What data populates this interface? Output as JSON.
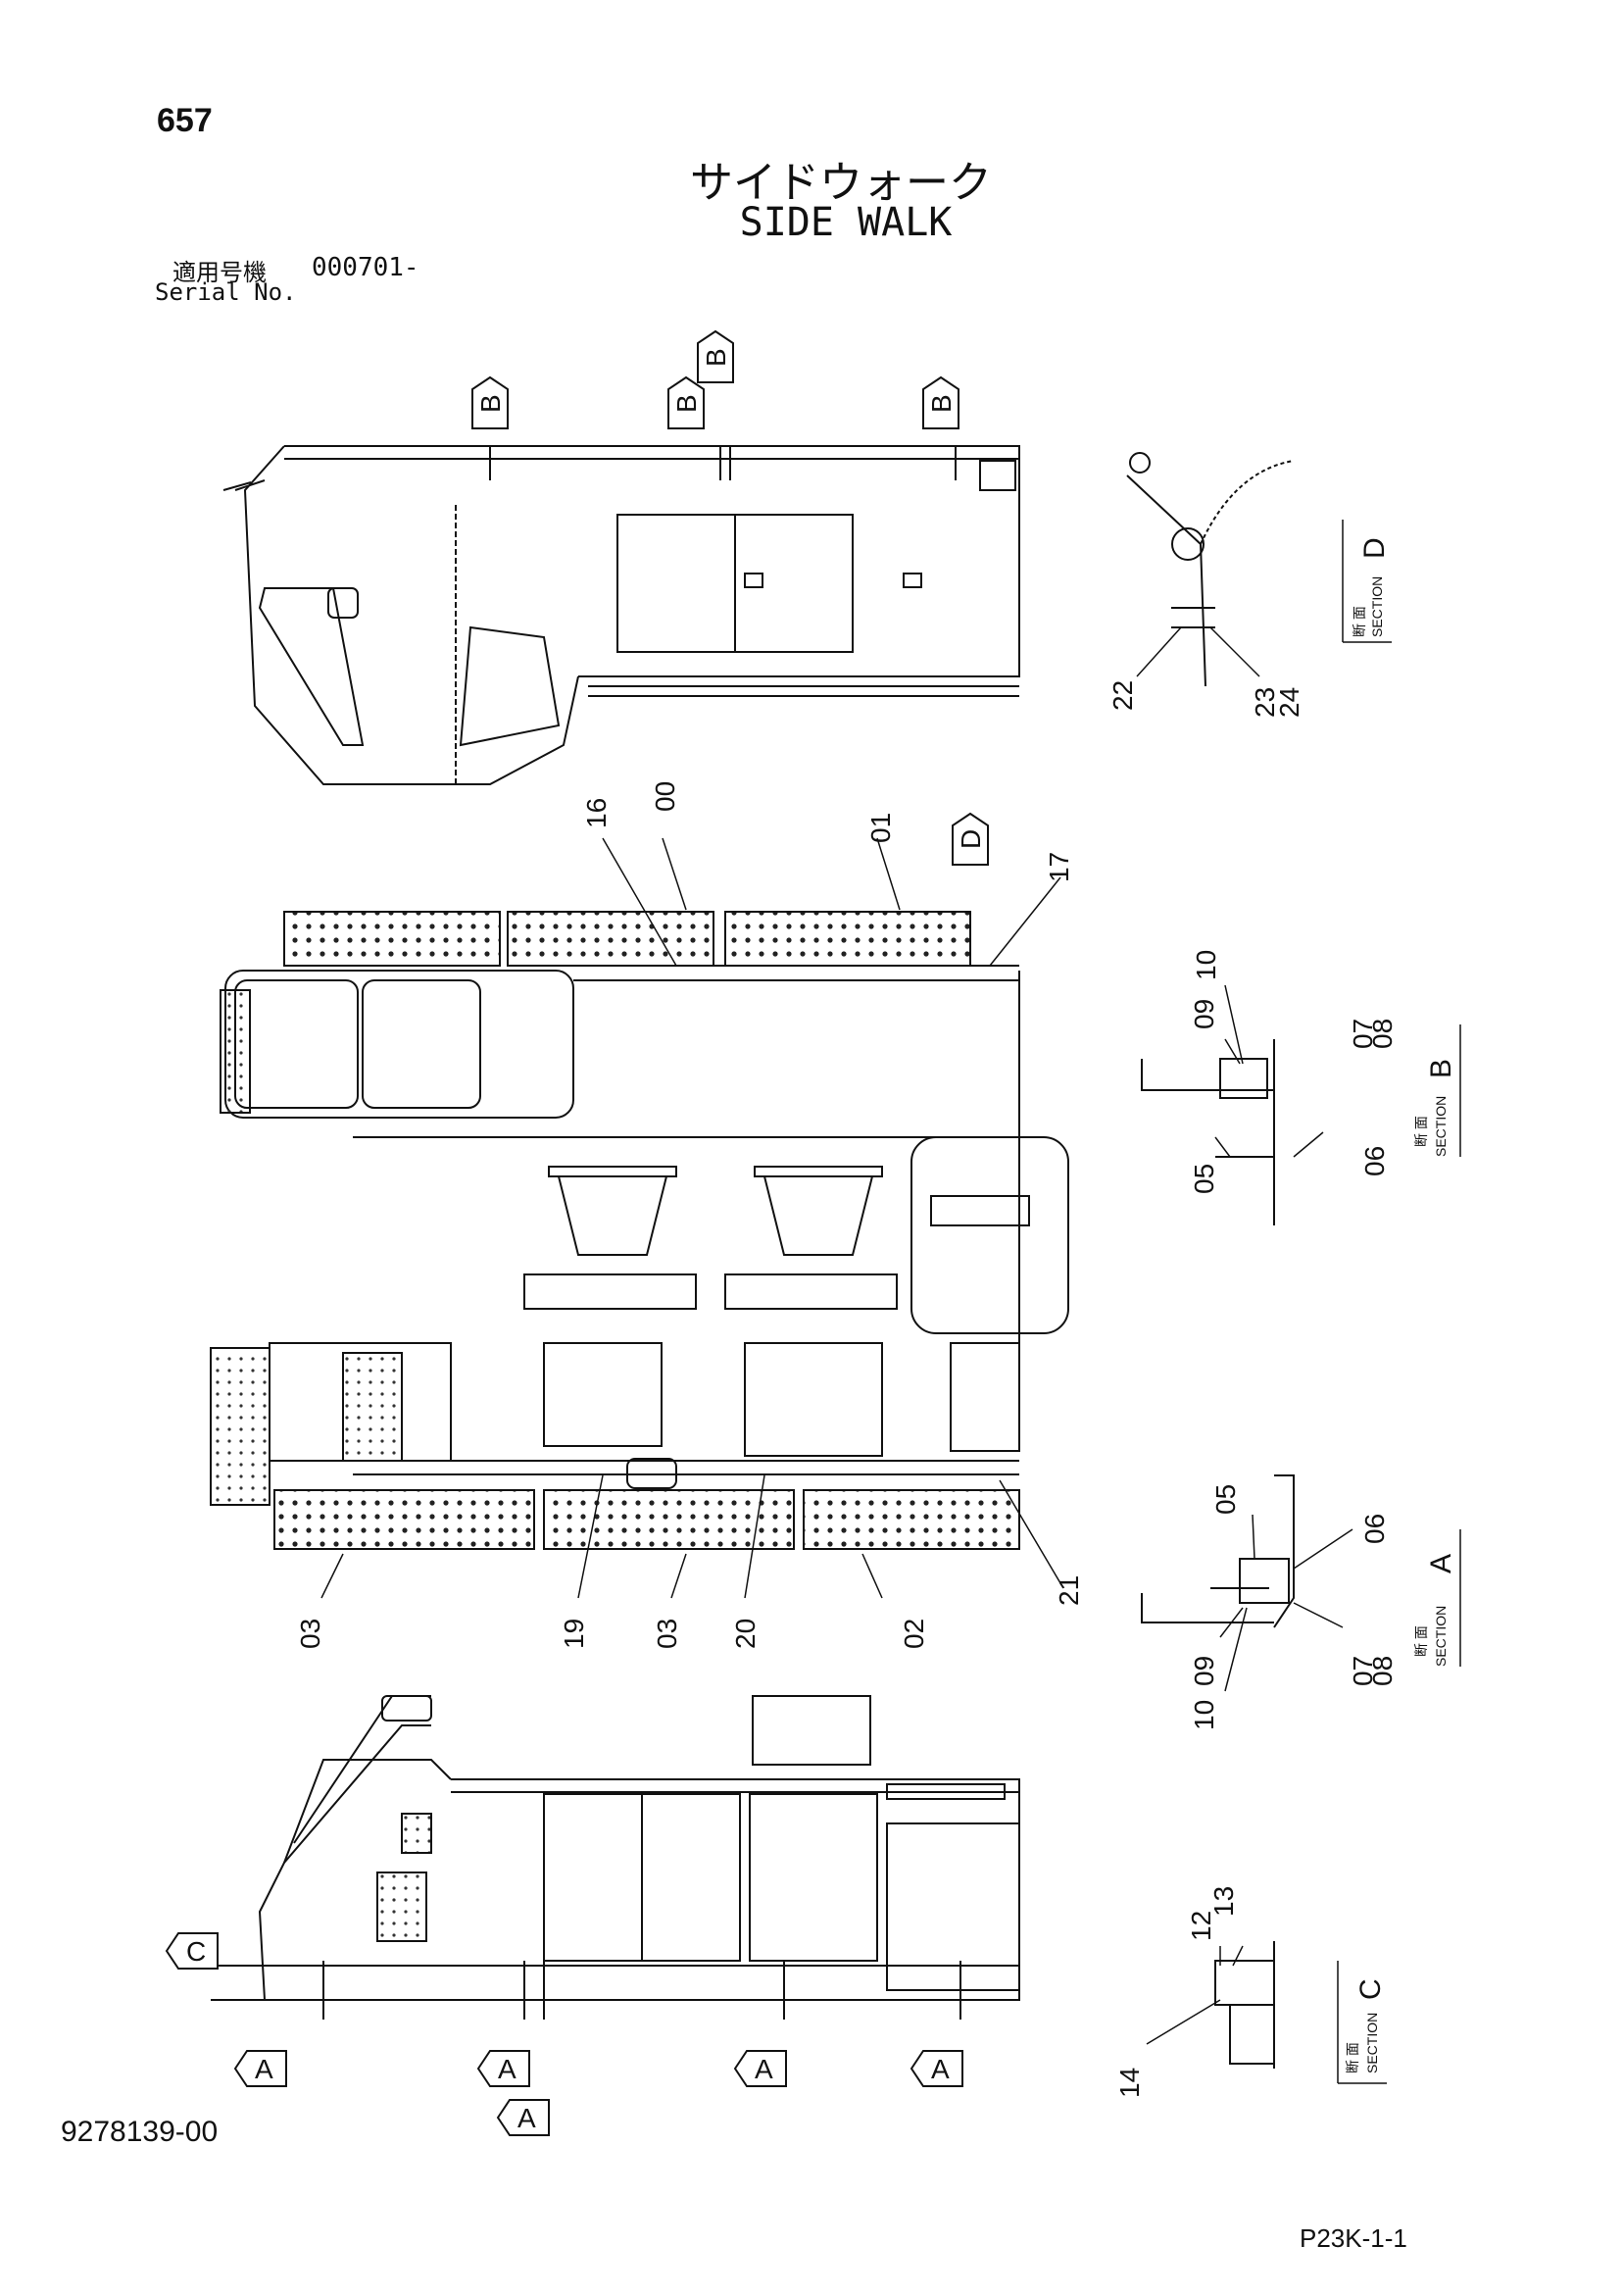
{
  "header": {
    "page_number": "657",
    "title_jp": "サイドウォーク",
    "title_en": "SIDE WALK",
    "serial_label_jp": "適用号機",
    "serial_value": "000701-",
    "serial_label_en": "Serial No."
  },
  "footer": {
    "document_number": "9278139-00",
    "sheet_reference": "P23K-1-1"
  },
  "section_markers": [
    "B",
    "B",
    "B",
    "B",
    "D",
    "C",
    "A",
    "A",
    "A",
    "A",
    "A"
  ],
  "part_callouts": [
    "00",
    "01",
    "02",
    "03",
    "03",
    "05",
    "05",
    "06",
    "06",
    "07",
    "07",
    "08",
    "08",
    "09",
    "09",
    "10",
    "10",
    "12",
    "13",
    "14",
    "16",
    "17",
    "19",
    "20",
    "21",
    "22",
    "23",
    "24"
  ],
  "section_labels": {
    "jp": "断 面",
    "en": "SECTION",
    "letters": [
      "D",
      "B",
      "A",
      "C"
    ]
  },
  "colors": {
    "line": "#111111",
    "background": "#ffffff"
  }
}
